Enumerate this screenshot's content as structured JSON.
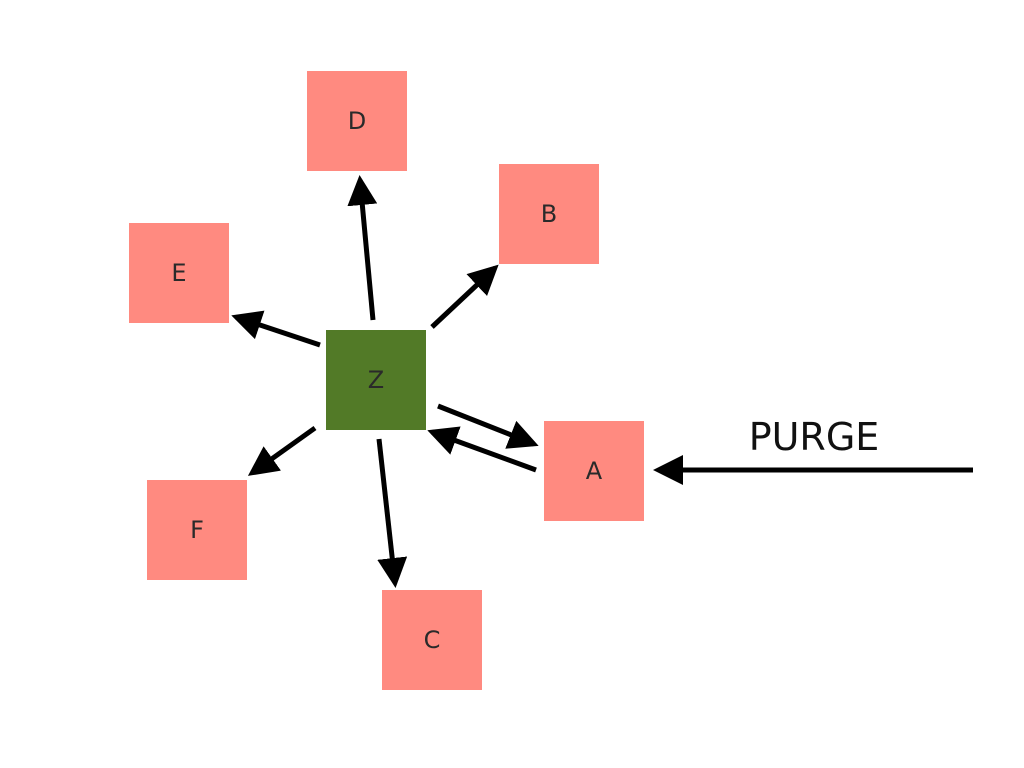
{
  "colors": {
    "background": "#ffffff",
    "node_fill": "#ff8a80",
    "hub_fill": "#527a27",
    "arrow": "#000000"
  },
  "nodes": {
    "z": {
      "label": "Z"
    },
    "a": {
      "label": "A"
    },
    "b": {
      "label": "B"
    },
    "c": {
      "label": "C"
    },
    "d": {
      "label": "D"
    },
    "e": {
      "label": "E"
    },
    "f": {
      "label": "F"
    }
  },
  "edges": [
    {
      "from": "Z",
      "to": "D"
    },
    {
      "from": "Z",
      "to": "B"
    },
    {
      "from": "Z",
      "to": "E"
    },
    {
      "from": "Z",
      "to": "A"
    },
    {
      "from": "A",
      "to": "Z"
    },
    {
      "from": "Z",
      "to": "F"
    },
    {
      "from": "Z",
      "to": "C"
    },
    {
      "from": "external",
      "to": "A"
    }
  ],
  "input_label": "PURGE"
}
